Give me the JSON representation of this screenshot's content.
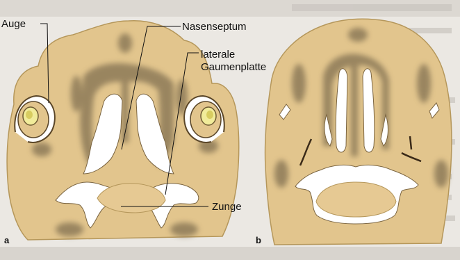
{
  "labels": {
    "auge": "Auge",
    "nasenseptum": "Nasenseptum",
    "laterale_1": "laterale",
    "laterale_2": "Gaumenplatte",
    "zunge": "Zunge"
  },
  "panels": {
    "a": "a",
    "b": "b"
  },
  "colors": {
    "tissue": "#e2c58d",
    "tissue_edge": "#a88a4e",
    "dark_band": "#8f7b5a",
    "cavity": "#ffffff",
    "background": "#e9e6e1",
    "eye_fill": "#f1ec9a",
    "ink": "#111111"
  }
}
